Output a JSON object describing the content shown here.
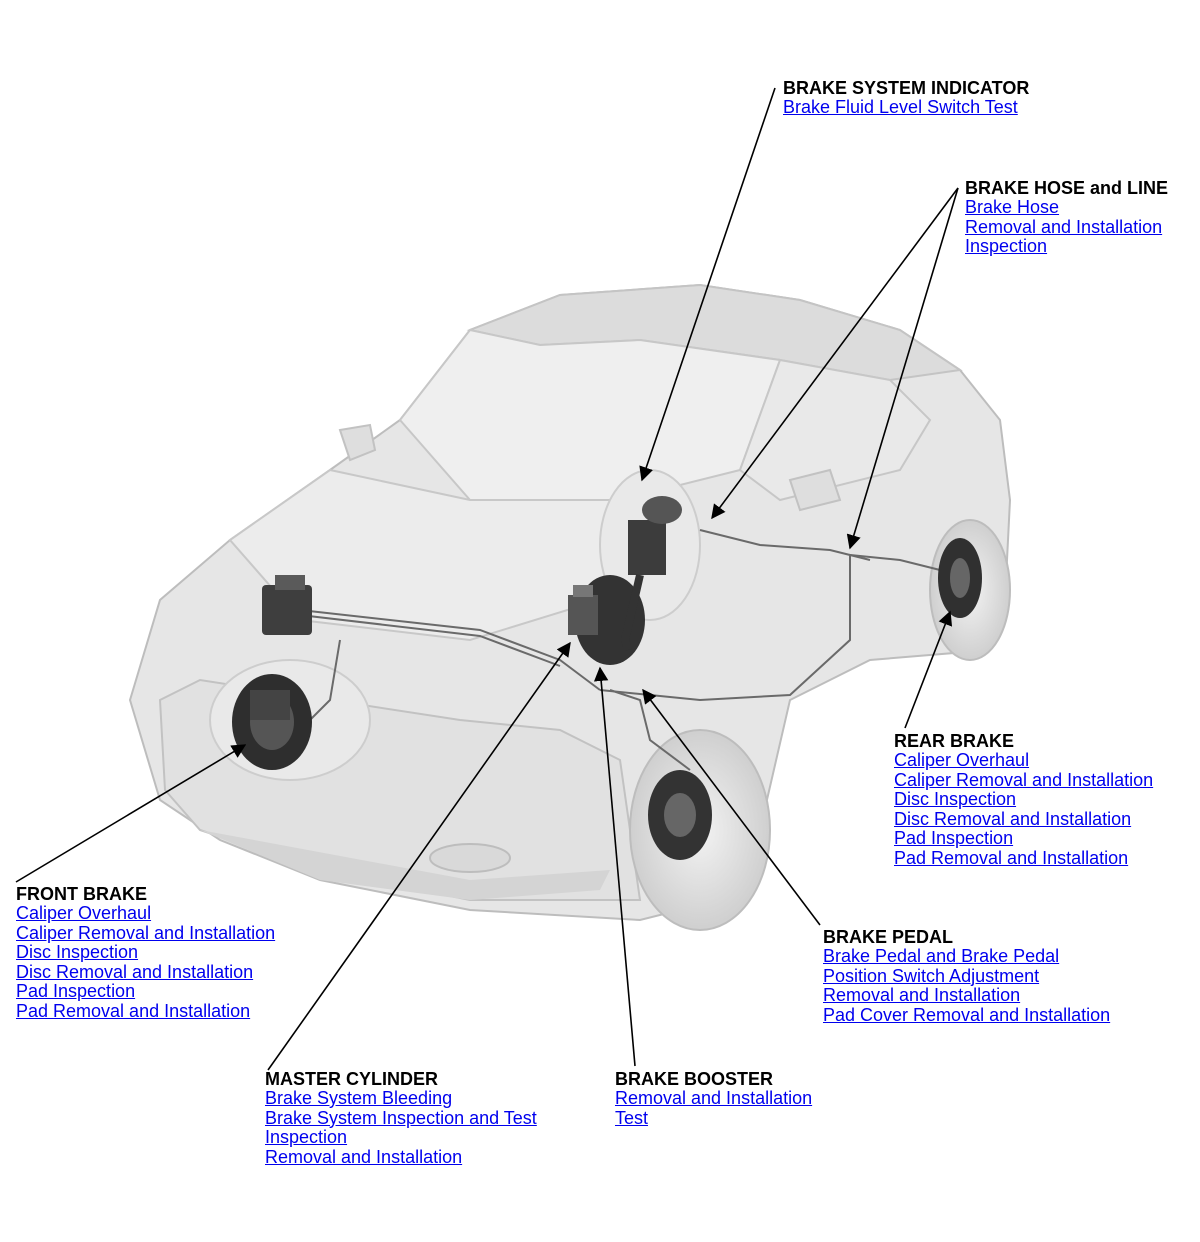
{
  "groups": {
    "brake_system_indicator": {
      "title": "BRAKE SYSTEM INDICATOR",
      "links": [
        "Brake Fluid Level Switch Test"
      ]
    },
    "brake_hose_and_line": {
      "title": "BRAKE HOSE and LINE",
      "links": [
        "Brake Hose",
        "Removal and Installation",
        "Inspection"
      ]
    },
    "rear_brake": {
      "title": "REAR BRAKE",
      "links": [
        "Caliper Overhaul",
        "Caliper Removal and Installation",
        "Disc Inspection",
        "Disc Removal and Installation",
        "Pad Inspection",
        "Pad Removal and Installation"
      ]
    },
    "front_brake": {
      "title": "FRONT BRAKE",
      "links": [
        "Caliper Overhaul",
        "Caliper Removal and Installation",
        "Disc Inspection",
        "Disc Removal and Installation",
        "Pad Inspection",
        "Pad Removal and Installation"
      ]
    },
    "brake_pedal": {
      "title": "BRAKE PEDAL",
      "links": [
        "Brake Pedal and Brake Pedal",
        "Position Switch Adjustment",
        "Removal and Installation",
        "Pad Cover Removal and Installation"
      ]
    },
    "master_cylinder": {
      "title": "MASTER CYLINDER",
      "links": [
        "Brake System Bleeding",
        "Brake System Inspection and Test",
        "Inspection",
        "Removal and Installation"
      ]
    },
    "brake_booster": {
      "title": "BRAKE BOOSTER",
      "links": [
        "Removal and Installation",
        "Test"
      ]
    }
  },
  "colors": {
    "link": "#0000ee",
    "title": "#000000",
    "car_body": "#e4e4e4",
    "car_outline": "#b8b8b8",
    "component": "#3a3a3a"
  }
}
